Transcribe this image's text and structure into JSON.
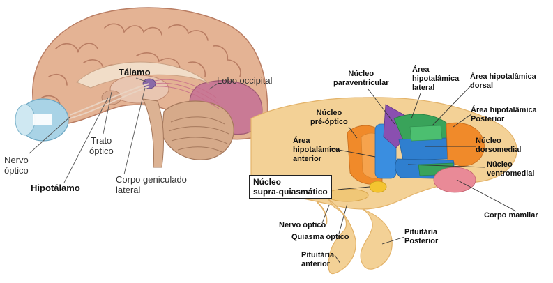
{
  "left_panel": {
    "labels": {
      "talamo": "Tálamo",
      "lobo_occipital": "Lobo occipital",
      "trato_optico_1": "Trato",
      "trato_optico_2": "óptico",
      "nervo_optico_1": "Nervo",
      "nervo_optico_2": "óptico",
      "hipotalamo": "Hipotálamo",
      "corpo_geniculado_1": "Corpo geniculado",
      "corpo_geniculado_2": "lateral"
    }
  },
  "right_panel": {
    "labels": {
      "paraventricular_1": "Núcleo",
      "paraventricular_2": "paraventricular",
      "area_lateral_1": "Área",
      "area_lateral_2": "hipotalâmica",
      "area_lateral_3": "lateral",
      "area_dorsal_1": "Área hipotalâmica",
      "area_dorsal_2": "dorsal",
      "pre_optico_1": "Núcleo",
      "pre_optico_2": "pré-óptico",
      "area_posterior_1": "Área hipotalâmica",
      "area_posterior_2": "Posterior",
      "area_anterior_1": "Área",
      "area_anterior_2": "hipotalâmica",
      "area_anterior_3": "anterior",
      "dorsomedial_1": "Núcleo",
      "dorsomedial_2": "dorsomedial",
      "ventromedial_1": "Núcleo",
      "ventromedial_2": "ventromedial",
      "supra_1": "Núcleo",
      "supra_2": "supra-quiasmático",
      "corpo_mamilar": "Corpo mamilar",
      "nervo_optico": "Nervo óptico",
      "quiasma_optico": "Quiasma óptico",
      "pituitaria_posterior_1": "Pituitária",
      "pituitaria_posterior_2": "Posterior",
      "pituitaria_anterior_1": "Pituitária",
      "pituitaria_anterior_2": "anterior"
    }
  },
  "colors": {
    "cortex": "#e4b394",
    "cortex_dark": "#b97d63",
    "occipital": "#c97a95",
    "eye": "#a9d3e6",
    "tissue": "#f3d196",
    "orange": "#f08a2a",
    "blue": "#3a8ee0",
    "green": "#39a35a",
    "purple": "#8a4fb0",
    "pink": "#e98a97",
    "yellow": "#f4c430"
  }
}
